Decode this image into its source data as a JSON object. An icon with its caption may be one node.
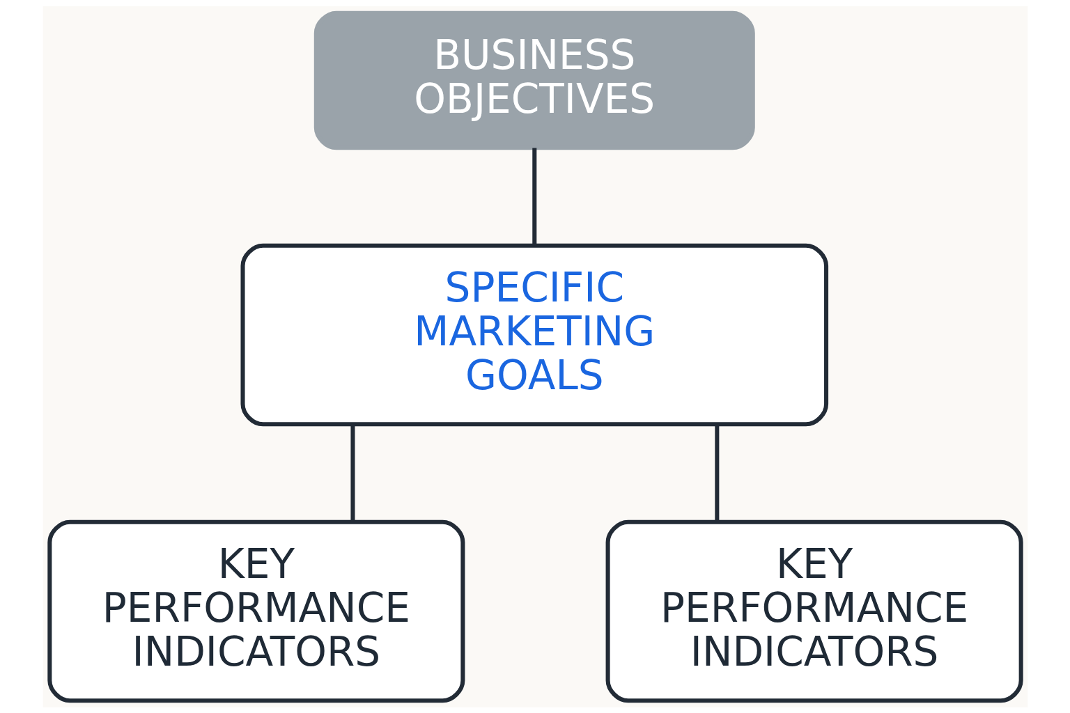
{
  "diagram": {
    "nodes": [
      {
        "text": [
          "BUSINESS OBJECTIVES"
        ]
      },
      {
        "text": [
          "SPECIFIC MARKETING GOALS"
        ]
      },
      {
        "text": [
          "KEY PERFORMANCE INDICATORS"
        ]
      },
      {
        "text": [
          "KEY PERFORMANCE INDICATORS"
        ]
      }
    ],
    "edges": [
      {
        "from": 0,
        "to": 1,
        "arrow": "none"
      },
      {
        "from": 1,
        "to": 2,
        "arrow": "none"
      },
      {
        "from": 1,
        "to": 3,
        "arrow": "none"
      }
    ]
  }
}
